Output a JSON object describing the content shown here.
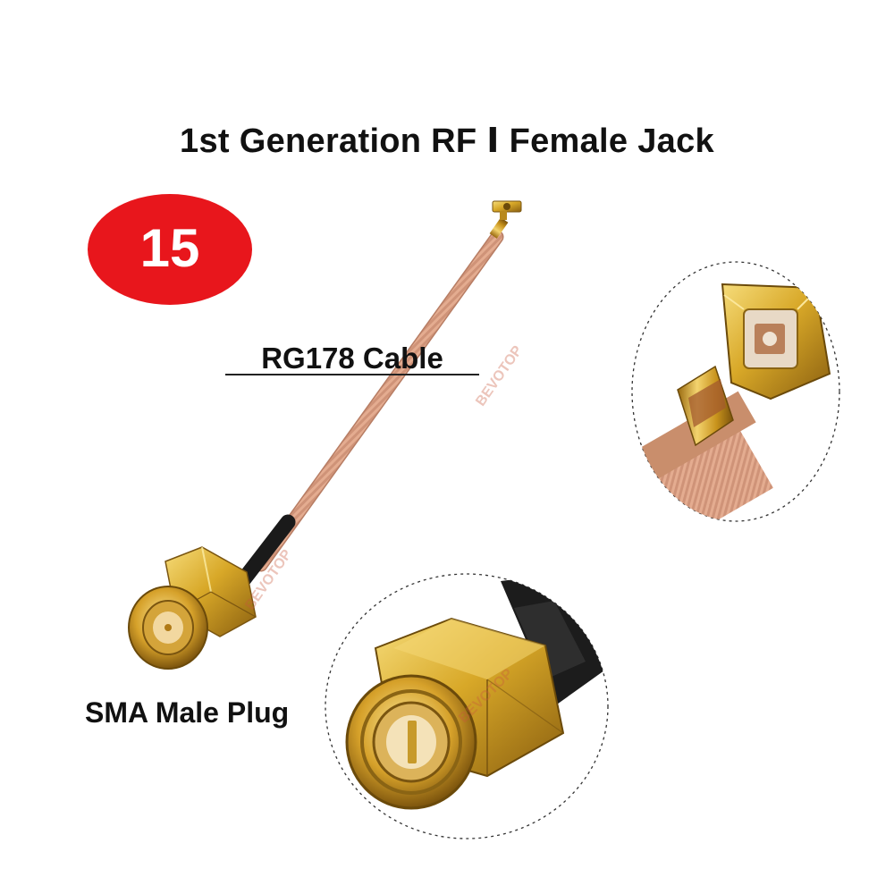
{
  "product": {
    "title": "1st Generation RF Ⅰ Female Jack",
    "badge_number": "15",
    "cable_label": "RG178 Cable",
    "plug_label": "SMA Male Plug",
    "watermark": "BEVOTOP"
  },
  "colors": {
    "badge": "#e8161c",
    "gold": "#d8a828",
    "cable": "#e2a88c",
    "sleeve": "#1a1a1a"
  },
  "icons": {
    "connector": "sma-male-plug-icon",
    "jack": "ipex-female-jack-icon"
  }
}
